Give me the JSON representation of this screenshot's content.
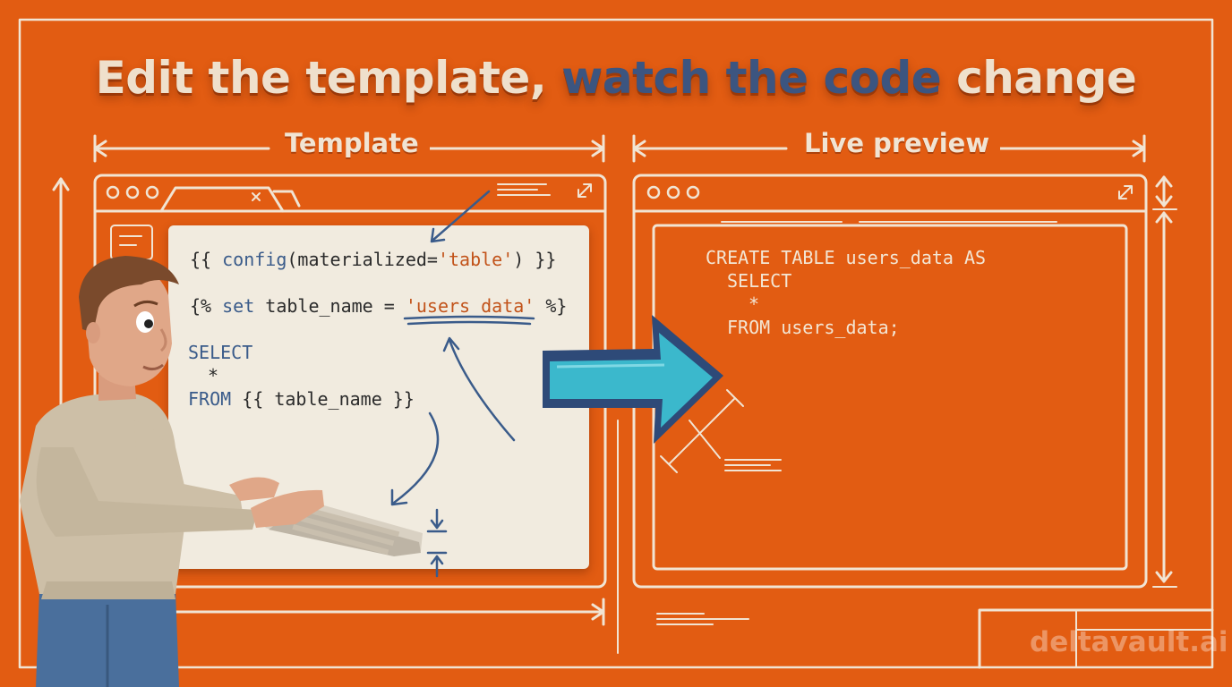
{
  "headline": {
    "part1": "Edit the template, ",
    "accent": "watch the code",
    "part2": " change"
  },
  "panels": {
    "template_label": "Template",
    "preview_label": "Live preview"
  },
  "template_code": {
    "line1_open": "{{ ",
    "line1_fn": "config",
    "line1_arg": "(materialized=",
    "line1_str": "'table'",
    "line1_close": ") }}",
    "line2_open": "{% ",
    "line2_kw": "set",
    "line2_mid": " table_name = ",
    "line2_str": "'users_data'",
    "line2_close": " %}",
    "line3": "SELECT",
    "line4": "*",
    "line5_kw": "FROM",
    "line5_rest": " {{ table_name }}"
  },
  "preview_code": {
    "line1": "CREATE TABLE users_data AS",
    "line2": "SELECT",
    "line3": "*",
    "line4": "FROM users_data;"
  },
  "watermark": "deltavault.ai",
  "colors": {
    "background": "#e25c12",
    "accent": "#3c5580",
    "arrow": "#3bb8cc",
    "card": "#f1ebdf"
  }
}
